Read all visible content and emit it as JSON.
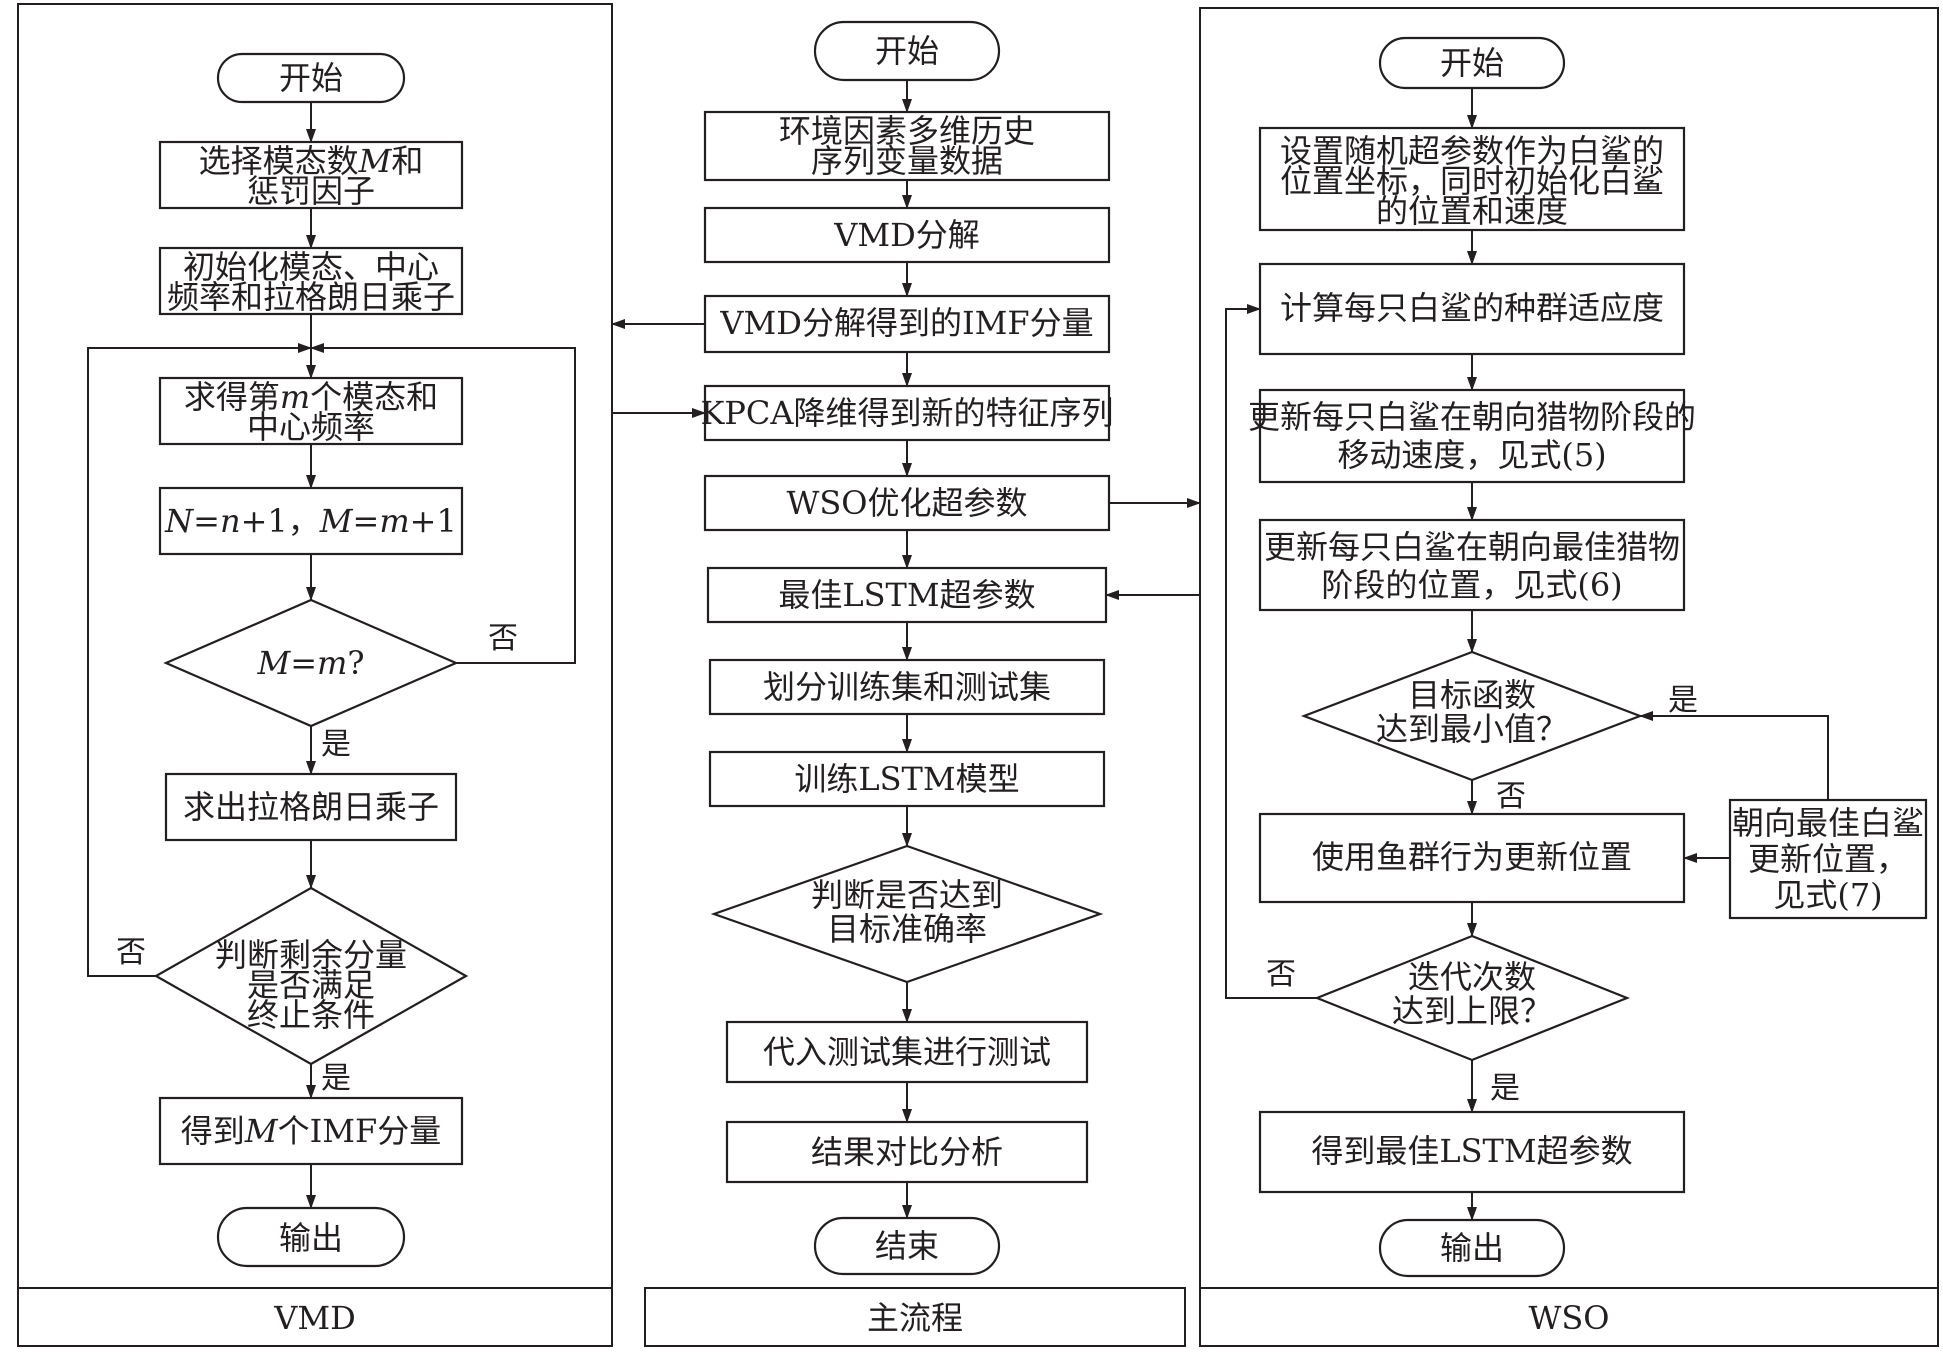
{
  "panels": {
    "vmd": "VMD",
    "main": "主流程",
    "wso": "WSO"
  },
  "vmd": {
    "start": "开始",
    "select_1a": "选择模态数",
    "select_1b": "M",
    "select_1c": "和",
    "select_2": "惩罚因子",
    "init_1": "初始化模态、中心",
    "init_2": "频率和拉格朗日乘子",
    "mode_1a": "求得第",
    "mode_1b": "m",
    "mode_1c": "个模态和",
    "mode_2": "中心频率",
    "incr_a": "N",
    "incr_b": "=",
    "incr_c": "n",
    "incr_d": "+1，",
    "incr_e": "M",
    "incr_f": "=",
    "incr_g": "m",
    "incr_h": "+1",
    "dec_a": "M",
    "dec_b": "=",
    "dec_c": "m",
    "dec_d": "?",
    "lagrange": "求出拉格朗日乘子",
    "judge_1": "判断剩余分量",
    "judge_2": "是否满足",
    "judge_3": "终止条件",
    "result_a": "得到",
    "result_b": "M",
    "result_c": "个IMF分量",
    "output": "输出",
    "no_1": "否",
    "yes_1": "是",
    "no_2": "否",
    "yes_2": "是"
  },
  "main": {
    "start": "开始",
    "data_1": "环境因素多维历史",
    "data_2": "序列变量数据",
    "vmd_decomp": "VMD分解",
    "imf": "VMD分解得到的IMF分量",
    "kpca": "KPCA降维得到新的特征序列",
    "wso_opt": "WSO优化超参数",
    "best_lstm": "最佳LSTM超参数",
    "split": "划分训练集和测试集",
    "train": "训练LSTM模型",
    "judge_1": "判断是否达到",
    "judge_2": "目标准确率",
    "test": "代入测试集进行测试",
    "analysis": "结果对比分析",
    "end": "结束"
  },
  "wso": {
    "start": "开始",
    "init_1": "设置随机超参数作为白鲨的",
    "init_2": "位置坐标，同时初始化白鲨",
    "init_3": "的位置和速度",
    "fitness": "计算每只白鲨的种群适应度",
    "vel_1": "更新每只白鲨在朝向猎物阶段的",
    "vel_2": "移动速度，见式(5)",
    "pos_1": "更新每只白鲨在朝向最佳猎物",
    "pos_2": "阶段的位置，见式(6)",
    "obj_1": "目标函数",
    "obj_2": "达到最小值？",
    "fish": "使用鱼群行为更新位置",
    "toward_1": "朝向最佳白鲨",
    "toward_2": "更新位置，",
    "toward_3": "见式(7)",
    "iter_1": "迭代次数",
    "iter_2": "达到上限？",
    "result": "得到最佳LSTM超参数",
    "output": "输出",
    "yes_1": "是",
    "no_1": "否",
    "no_2": "否",
    "yes_2": "是"
  }
}
